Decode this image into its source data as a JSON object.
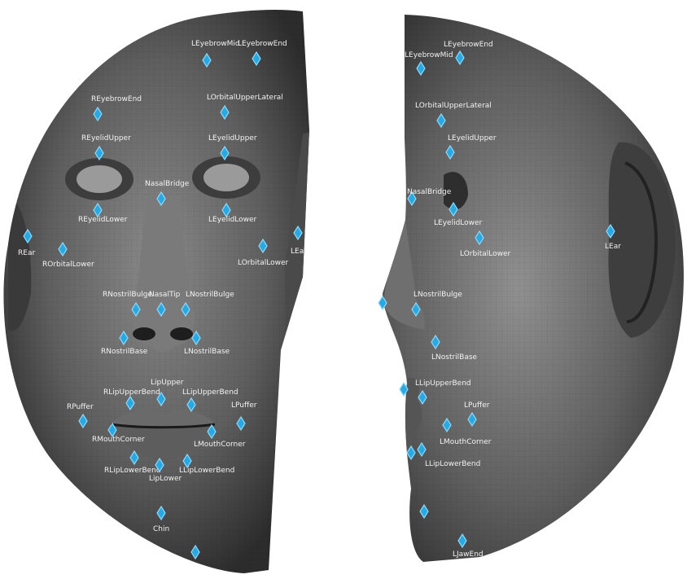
{
  "front_view": {
    "landmarks": [
      {
        "id": "l-eyebrow-mid-front",
        "label": "LEyebrowMid"
      },
      {
        "id": "l-eyebrow-end-front",
        "label": "LEyebrowEnd"
      },
      {
        "id": "r-eyebrow-end-front",
        "label": "REyebrowEnd"
      },
      {
        "id": "l-orbital-upper-lateral-front",
        "label": "LOrbitalUpperLateral"
      },
      {
        "id": "r-eyelid-upper-front",
        "label": "REyelidUpper"
      },
      {
        "id": "l-eyelid-upper-front",
        "label": "LEyelidUpper"
      },
      {
        "id": "nasal-bridge-front",
        "label": "NasalBridge"
      },
      {
        "id": "r-eyelid-lower-front",
        "label": "REyelidLower"
      },
      {
        "id": "l-eyelid-lower-front",
        "label": "LEyelidLower"
      },
      {
        "id": "r-ear-front",
        "label": "REar"
      },
      {
        "id": "r-orbital-lower-front",
        "label": "ROrbitalLower"
      },
      {
        "id": "l-orbital-lower-front",
        "label": "LOrbitalLower"
      },
      {
        "id": "l-ear-front",
        "label": "LEar"
      },
      {
        "id": "r-nostril-bulge-front",
        "label": "RNostrilBulge"
      },
      {
        "id": "nasal-tip-front",
        "label": "NasalTip"
      },
      {
        "id": "l-nostril-bulge-front",
        "label": "LNostrilBulge"
      },
      {
        "id": "r-nostril-base-front",
        "label": "RNostrilBase"
      },
      {
        "id": "l-nostril-base-front",
        "label": "LNostrilBase"
      },
      {
        "id": "r-lip-upper-bend-front",
        "label": "RLipUpperBend"
      },
      {
        "id": "lip-upper-front",
        "label": "LipUpper"
      },
      {
        "id": "l-lip-upper-bend-front",
        "label": "LLipUpperBend"
      },
      {
        "id": "r-puffer-front",
        "label": "RPuffer"
      },
      {
        "id": "l-puffer-front",
        "label": "LPuffer"
      },
      {
        "id": "r-mouth-corner-front",
        "label": "RMouthCorner"
      },
      {
        "id": "l-mouth-corner-front",
        "label": "LMouthCorner"
      },
      {
        "id": "r-lip-lower-bend-front",
        "label": "RLipLowerBend"
      },
      {
        "id": "l-lip-lower-bend-front",
        "label": "LLipLowerBend"
      },
      {
        "id": "lip-lower-front",
        "label": "LipLower"
      },
      {
        "id": "chin-front",
        "label": "Chin"
      },
      {
        "id": "jaw-front",
        "label": ""
      }
    ]
  },
  "side_view": {
    "landmarks": [
      {
        "id": "l-eyebrow-end-side",
        "label": "LEyebrowEnd"
      },
      {
        "id": "l-eyebrow-mid-side",
        "label": "LEyebrowMid"
      },
      {
        "id": "l-orbital-upper-lateral-side",
        "label": "LOrbitalUpperLateral"
      },
      {
        "id": "l-eyelid-upper-side",
        "label": "LEyelidUpper"
      },
      {
        "id": "nasal-bridge-side",
        "label": "NasalBridge"
      },
      {
        "id": "l-eyelid-lower-side",
        "label": "LEyelidLower"
      },
      {
        "id": "l-ear-side",
        "label": "LEar"
      },
      {
        "id": "l-orbital-lower-side",
        "label": "LOrbitalLower"
      },
      {
        "id": "nasal-tip-side",
        "label": ""
      },
      {
        "id": "l-nostril-bulge-side",
        "label": "LNostrilBulge"
      },
      {
        "id": "l-nostril-base-side",
        "label": "LNostrilBase"
      },
      {
        "id": "lip-upper-side",
        "label": ""
      },
      {
        "id": "l-lip-upper-bend-side",
        "label": "LLipUpperBend"
      },
      {
        "id": "l-puffer-side",
        "label": "LPuffer"
      },
      {
        "id": "l-mouth-corner-side",
        "label": "LMouthCorner"
      },
      {
        "id": "lip-lower-side",
        "label": ""
      },
      {
        "id": "l-lip-lower-bend-side",
        "label": "LLipLowerBend"
      },
      {
        "id": "chin-side",
        "label": ""
      },
      {
        "id": "l-jaw-end-side",
        "label": "LJawEnd"
      }
    ]
  },
  "colors": {
    "marker": "#2aa8e0",
    "label": "#f2f2f2",
    "skin_light": "#8c8c8c",
    "skin_dark": "#2a2a2a",
    "background": "#ffffff"
  }
}
